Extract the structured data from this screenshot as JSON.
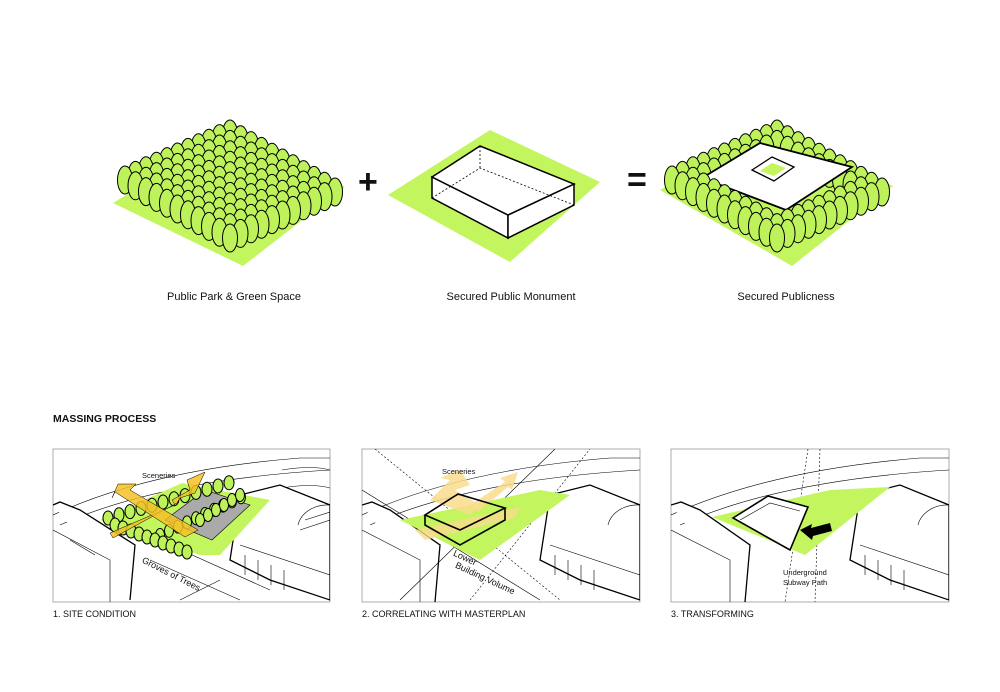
{
  "top": {
    "items": [
      {
        "label": "Public Park & Green Space"
      },
      {
        "label": "Secured Public Monument"
      },
      {
        "label": "Secured Publicness"
      }
    ],
    "plus": "+",
    "equals": "="
  },
  "section_title": "MASSING PROCESS",
  "panels": [
    {
      "caption": "1. SITE CONDITION",
      "annotations": [
        "Sceneries",
        "Groves of Trees"
      ]
    },
    {
      "caption": "2. CORRELATING WITH MASTERPLAN",
      "annotations": [
        "Sceneries",
        "Lower",
        "Building Volume"
      ]
    },
    {
      "caption": "3. TRANSFORMING",
      "annotations": [
        "Underground",
        "Subway Path"
      ]
    }
  ],
  "colors": {
    "green": "#c3f55e",
    "tree": "#bdf25a",
    "arrow": "#f5c027",
    "arrow_light": "#f9dc8c",
    "plaza": "#a9a9a9"
  }
}
